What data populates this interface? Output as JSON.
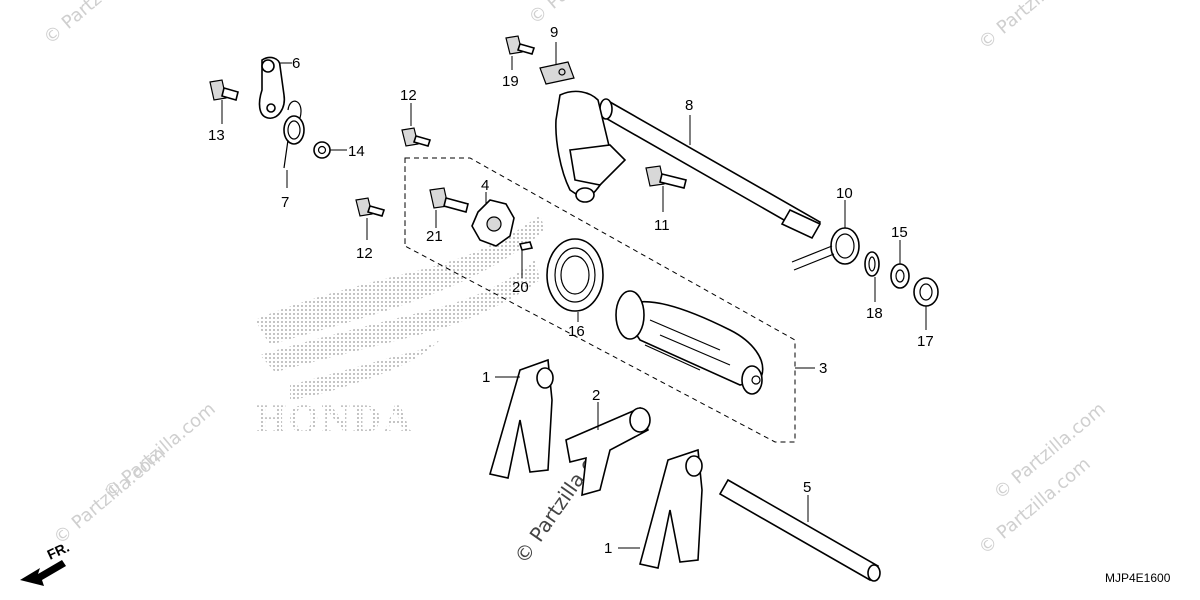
{
  "diagram": {
    "code": "MJP4E1600",
    "direction_label": "FR.",
    "brand_watermark": "HONDA",
    "watermark_text": "© Partzilla.com",
    "callouts": [
      {
        "id": "c1a",
        "label": "1"
      },
      {
        "id": "c1b",
        "label": "1"
      },
      {
        "id": "c2",
        "label": "2"
      },
      {
        "id": "c3",
        "label": "3"
      },
      {
        "id": "c4",
        "label": "4"
      },
      {
        "id": "c5",
        "label": "5"
      },
      {
        "id": "c6",
        "label": "6"
      },
      {
        "id": "c7",
        "label": "7"
      },
      {
        "id": "c8",
        "label": "8"
      },
      {
        "id": "c9",
        "label": "9"
      },
      {
        "id": "c10",
        "label": "10"
      },
      {
        "id": "c11",
        "label": "11"
      },
      {
        "id": "c12a",
        "label": "12"
      },
      {
        "id": "c12b",
        "label": "12"
      },
      {
        "id": "c13",
        "label": "13"
      },
      {
        "id": "c14",
        "label": "14"
      },
      {
        "id": "c15",
        "label": "15"
      },
      {
        "id": "c16",
        "label": "16"
      },
      {
        "id": "c17",
        "label": "17"
      },
      {
        "id": "c18",
        "label": "18"
      },
      {
        "id": "c19",
        "label": "19"
      },
      {
        "id": "c20",
        "label": "20"
      },
      {
        "id": "c21",
        "label": "21"
      }
    ]
  }
}
